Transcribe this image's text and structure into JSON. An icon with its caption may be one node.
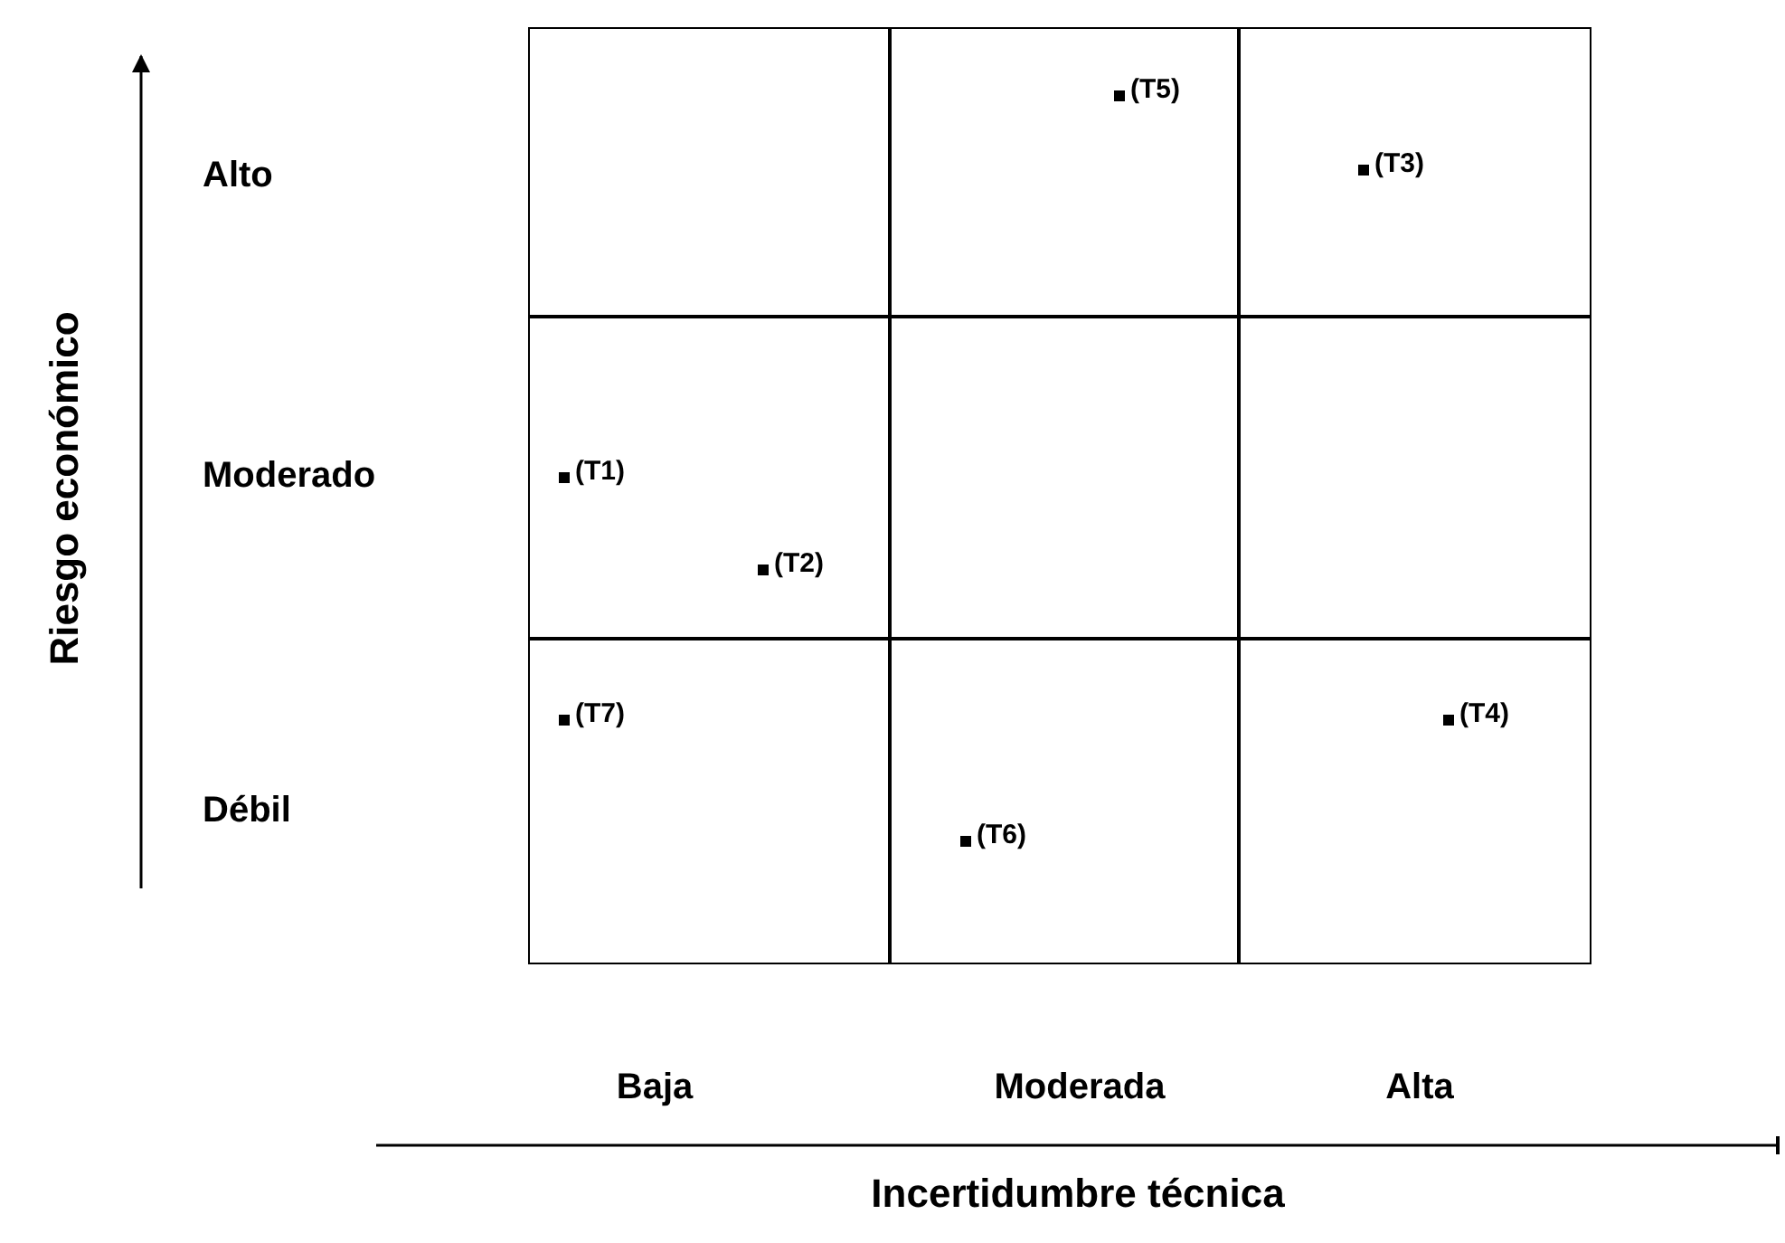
{
  "diagram": {
    "nodes": [
      {
        "text": [],
        "shape": "box"
      },
      {
        "text": [
          "(T5)"
        ]
      },
      {
        "text": [
          "(T3)"
        ]
      },
      {
        "text": [
          "(T1)",
          "(T2)"
        ]
      },
      {
        "text": [],
        "shape": "box"
      },
      {
        "text": [],
        "shape": "box"
      },
      {
        "text": [
          "(T7)"
        ]
      },
      {
        "text": [
          "(T6)"
        ]
      },
      {
        "text": [
          "(T4)"
        ]
      }
    ],
    "edges": [],
    "labels": [
      "Riesgo económico",
      "Alto",
      "Moderado",
      "Débil",
      "Baja",
      "Moderada",
      "Alta",
      "Incertidumbre técnica"
    ]
  }
}
